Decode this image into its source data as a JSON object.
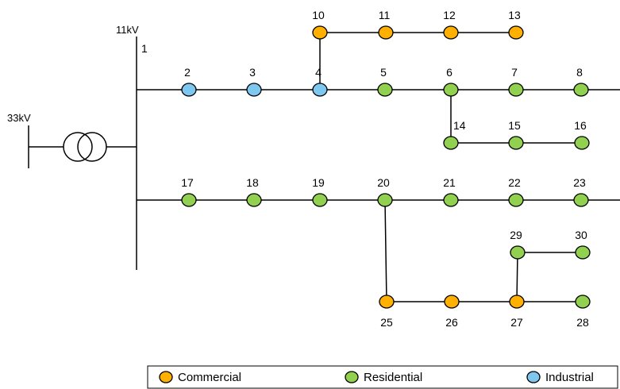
{
  "colors": {
    "commercial": "#FFB000",
    "residential": "#92D050",
    "industrial": "#7EC8F0",
    "stroke": "#000000"
  },
  "voltages": {
    "hv": "33kV",
    "lv": "11kV"
  },
  "nodes": [
    {
      "id": "1",
      "type": "bus"
    },
    {
      "id": "2",
      "type": "industrial"
    },
    {
      "id": "3",
      "type": "industrial"
    },
    {
      "id": "4",
      "type": "industrial"
    },
    {
      "id": "5",
      "type": "residential"
    },
    {
      "id": "6",
      "type": "residential"
    },
    {
      "id": "7",
      "type": "residential"
    },
    {
      "id": "8",
      "type": "residential"
    },
    {
      "id": "10",
      "type": "commercial"
    },
    {
      "id": "11",
      "type": "commercial"
    },
    {
      "id": "12",
      "type": "commercial"
    },
    {
      "id": "13",
      "type": "commercial"
    },
    {
      "id": "14",
      "type": "residential"
    },
    {
      "id": "15",
      "type": "residential"
    },
    {
      "id": "16",
      "type": "residential"
    },
    {
      "id": "17",
      "type": "residential"
    },
    {
      "id": "18",
      "type": "residential"
    },
    {
      "id": "19",
      "type": "residential"
    },
    {
      "id": "20",
      "type": "residential"
    },
    {
      "id": "21",
      "type": "residential"
    },
    {
      "id": "22",
      "type": "residential"
    },
    {
      "id": "23",
      "type": "residential"
    },
    {
      "id": "25",
      "type": "commercial"
    },
    {
      "id": "26",
      "type": "commercial"
    },
    {
      "id": "27",
      "type": "commercial"
    },
    {
      "id": "28",
      "type": "residential"
    },
    {
      "id": "29",
      "type": "residential"
    },
    {
      "id": "30",
      "type": "residential"
    }
  ],
  "legend": {
    "commercial": "Commercial",
    "residential": "Residential",
    "industrial": "Industrial"
  }
}
